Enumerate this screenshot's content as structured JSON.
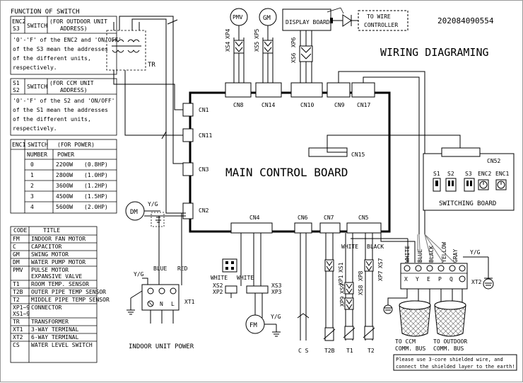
{
  "header": {
    "code": "202084090554",
    "title": "WIRING DIAGRAMING",
    "display_board": "DISPLAY BOARD",
    "to_wire_controller": [
      "TO WIRE",
      "CONTROLLER"
    ]
  },
  "switch_function": {
    "title": "FUNCTION OF SWITCH",
    "enc2": {
      "code": [
        "ENC2",
        "S3"
      ],
      "name": "SWITCH",
      "desc": [
        "(FOR OUTDOOR UNIT",
        "ADDRESS)"
      ],
      "note": [
        "'0'-'F' of the ENC2 and 'ON/OFF'",
        "of the S3 mean the addresses",
        "of the different units,",
        "respectively."
      ]
    },
    "s1s2": {
      "code": [
        "S1",
        "S2"
      ],
      "name": "SWITCH",
      "desc": [
        "(FOR CCM UNIT",
        "ADDRESS)"
      ],
      "note": [
        "'0'-'F' of the S2 and 'ON/OFF'",
        "of the S1 mean the addresses",
        "of the different units,",
        "respectively."
      ]
    },
    "enc1": {
      "code": "ENC1",
      "name": "SWITCH",
      "desc": "(FOR POWER)",
      "col_number": "NUMBER",
      "col_power": "POWER",
      "rows": [
        {
          "n": "0",
          "w": "2200W",
          "hp": "(0.8HP)"
        },
        {
          "n": "1",
          "w": "2800W",
          "hp": "(1.0HP)"
        },
        {
          "n": "2",
          "w": "3600W",
          "hp": "(1.2HP)"
        },
        {
          "n": "3",
          "w": "4500W",
          "hp": "(1.5HP)"
        },
        {
          "n": "4",
          "w": "5600W",
          "hp": "(2.0HP)"
        }
      ]
    }
  },
  "legend": {
    "col_code": "CODE",
    "col_title": "TITLE",
    "rows": [
      {
        "code": [
          "FM"
        ],
        "title": [
          "INDOOR FAN MOTOR"
        ]
      },
      {
        "code": [
          "C"
        ],
        "title": [
          "CAPACITOR"
        ]
      },
      {
        "code": [
          "GM"
        ],
        "title": [
          "SWING MOTOR"
        ]
      },
      {
        "code": [
          "DM"
        ],
        "title": [
          "WATER PUMP MOTOR"
        ]
      },
      {
        "code": [
          "PMV"
        ],
        "title": [
          "PULSE MOTOR",
          "EXPANSIVE VALVE"
        ]
      },
      {
        "code": [
          "T1"
        ],
        "title": [
          "ROOM TEMP. SENSOR"
        ]
      },
      {
        "code": [
          "T2B"
        ],
        "title": [
          "OUTER PIPE TEMP SENSOR"
        ]
      },
      {
        "code": [
          "T2"
        ],
        "title": [
          "MIDDLE PIPE TEMP SENSOR"
        ]
      },
      {
        "code": [
          "XP1~9",
          "XS1~9"
        ],
        "title": [
          "CONNECTOR"
        ]
      },
      {
        "code": [
          "TR"
        ],
        "title": [
          "TRANSFORMER"
        ]
      },
      {
        "code": [
          "XT1"
        ],
        "title": [
          "3-WAY TERMINAL"
        ]
      },
      {
        "code": [
          "XT2"
        ],
        "title": [
          "6-WAY TERMINAL"
        ]
      },
      {
        "code": [
          "CS"
        ],
        "title": [
          "WATER LEVEL SWITCH"
        ]
      }
    ]
  },
  "board": {
    "label": "MAIN CONTROL BOARD",
    "left_connectors": [
      "CN1",
      "CN11",
      "CN3",
      "CN2"
    ],
    "top_connectors": [
      "CN8",
      "CN14",
      "CN10",
      "CN9",
      "CN17"
    ],
    "bottom_connectors": [
      "CN4",
      "CN6",
      "CN7",
      "CN5"
    ],
    "inner": "CN15"
  },
  "switching_board": {
    "label": "SWITCHING BOARD",
    "connector": "CN52",
    "switches": [
      "S1",
      "S2",
      "S3",
      "ENC2",
      "ENC1"
    ]
  },
  "components": {
    "tr": "TR",
    "pmv": "PMV",
    "gm": "GM",
    "dm": "DM",
    "fm": "FM",
    "yg": "Y/G",
    "xs4": "XS4",
    "xp4": "XP4",
    "xs5": "XS5",
    "xp5": "XP5",
    "xs6": "XS6",
    "xp6": "XP6",
    "xs1": "XS1",
    "xp1": "XP1",
    "xp8": "XP8",
    "xs8": "XS8",
    "xp9": "XP9",
    "xs9": "XS9",
    "xp7": "XP7",
    "xs7": "XS7",
    "xs2": "XS2",
    "xp2": "XP2",
    "xs3": "XS3",
    "xp3": "XP3",
    "white": "WHITE",
    "black": "BLACK",
    "blue": "BLUE",
    "red": "RED",
    "cs": "C S",
    "t2b": "T2B",
    "t1": "T1",
    "t2": "T2"
  },
  "xt1": {
    "label": "XT1",
    "terminals": [
      "N",
      "L"
    ],
    "power_label": "INDOOR UNIT POWER"
  },
  "xt2": {
    "label": "XT2",
    "wires": [
      "WHITE",
      "BLUE",
      "BLACK",
      "YELLOW",
      "GRAY"
    ],
    "terminals": [
      "X",
      "Y",
      "E",
      "P",
      "Q"
    ]
  },
  "buses": {
    "ccm": [
      "TO CCM",
      "COMM. BUS"
    ],
    "outdoor": [
      "TO OUTDOOR",
      "COMM. BUS"
    ],
    "note": [
      "Please use 3-core shielded wire, and",
      "connect the shielded layer to the earth!"
    ]
  }
}
